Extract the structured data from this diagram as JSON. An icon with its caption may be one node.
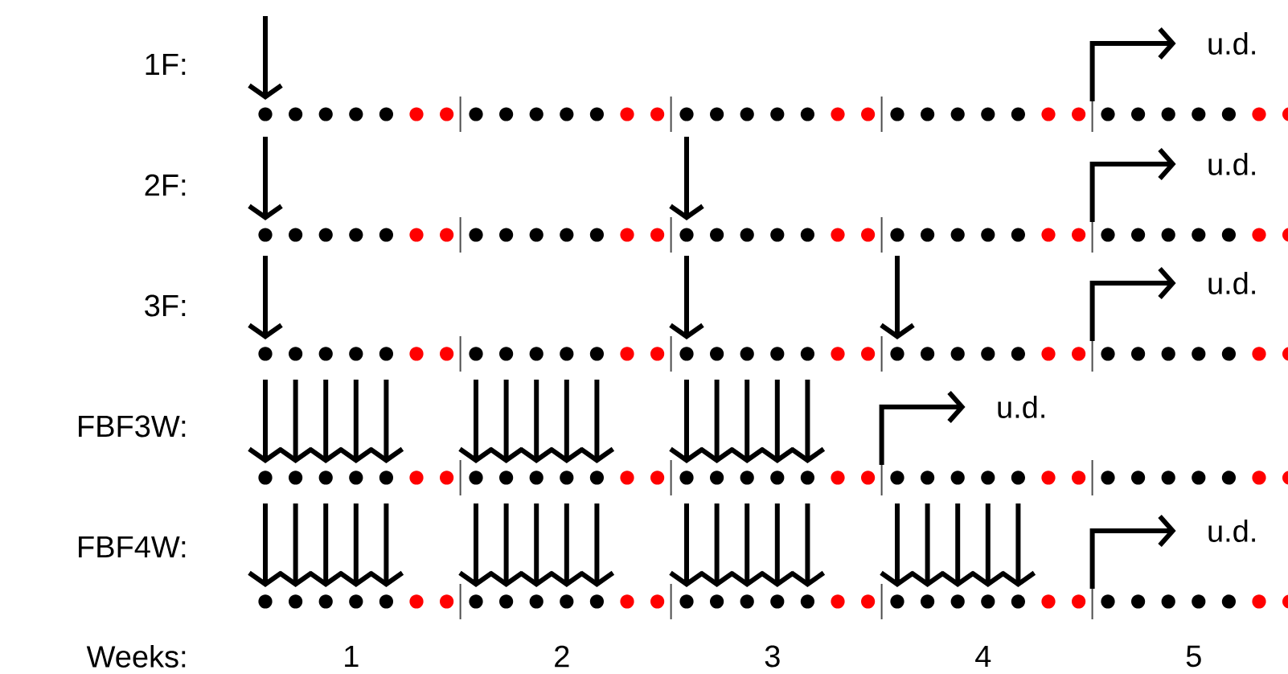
{
  "diagram": {
    "nodes": [
      {
        "text": [
          "u.d."
        ]
      },
      {
        "text": [
          "u.d."
        ]
      },
      {
        "text": [
          "u.d."
        ]
      },
      {
        "text": [
          "u.d."
        ]
      },
      {
        "text": [
          "u.d."
        ]
      }
    ],
    "edges": [
      {
        "from": null,
        "to": 0,
        "arrow": "to"
      },
      {
        "from": null,
        "to": 1,
        "arrow": "to"
      },
      {
        "from": null,
        "to": 2,
        "arrow": "to"
      },
      {
        "from": null,
        "to": 3,
        "arrow": "to"
      },
      {
        "from": null,
        "to": 4,
        "arrow": "to"
      }
    ],
    "labels": [
      "1F:",
      "2F:",
      "3F:",
      "FBF3W:",
      "FBF4W:",
      "Weeks:",
      "1",
      "2",
      "3",
      "4",
      "5"
    ]
  }
}
